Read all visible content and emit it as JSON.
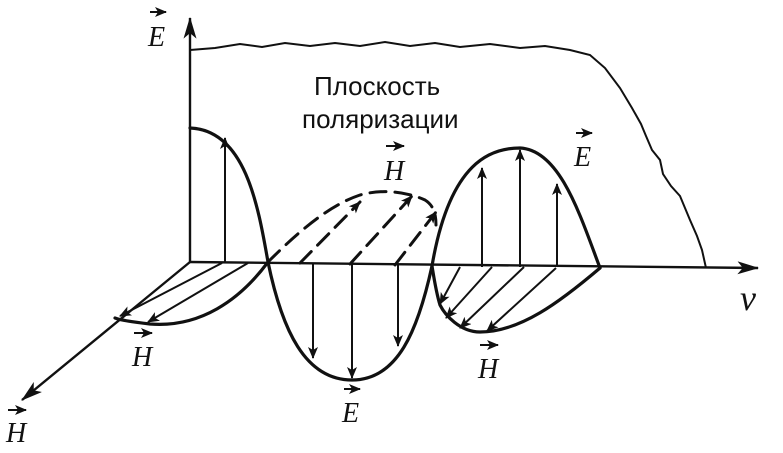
{
  "labels": {
    "e_axis": "E",
    "h_axis": "H",
    "propagation": "v",
    "plane_line1": "Плоскость",
    "plane_line2": "поляризации",
    "h_dashed": "H",
    "e_right": "E",
    "h_left": "H",
    "e_bottom": "E",
    "h_right": "H"
  }
}
